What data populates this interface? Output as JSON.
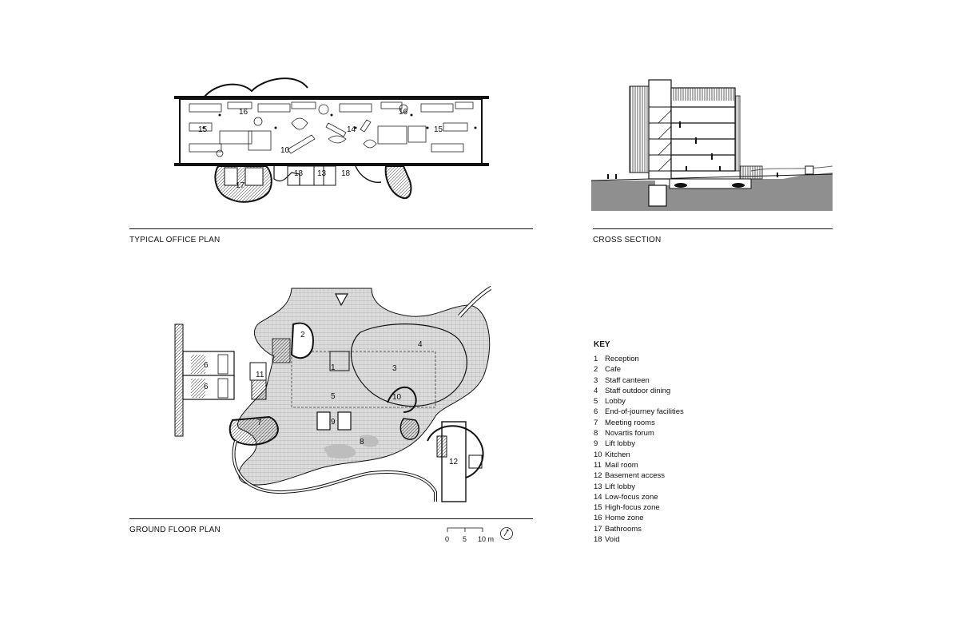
{
  "captions": {
    "typical_office_plan": "TYPICAL OFFICE PLAN",
    "cross_section": "CROSS SECTION",
    "ground_floor_plan": "GROUND FLOOR PLAN"
  },
  "office_plan_labels": {
    "l16a": "16",
    "l15a": "15",
    "l14": "14",
    "l16b": "16",
    "l15b": "15",
    "l10": "10",
    "l17": "17",
    "l18a": "18",
    "l13": "13",
    "l18b": "18"
  },
  "ground_plan_labels": {
    "l2": "2",
    "l4": "4",
    "l6a": "6",
    "l6b": "6",
    "l11": "11",
    "l1": "1",
    "l3": "3",
    "l5": "5",
    "l10": "10",
    "l7": "7",
    "l9": "9",
    "l8": "8",
    "l12": "12"
  },
  "scale_bar": {
    "s0": "0",
    "s5": "5",
    "s10": "10 m"
  },
  "key": {
    "title": "KEY",
    "items": [
      {
        "num": "1",
        "label": "Reception"
      },
      {
        "num": "2",
        "label": "Cafe"
      },
      {
        "num": "3",
        "label": "Staff canteen"
      },
      {
        "num": "4",
        "label": "Staff outdoor dining"
      },
      {
        "num": "5",
        "label": "Lobby"
      },
      {
        "num": "6",
        "label": "End-of-journey facilities"
      },
      {
        "num": "7",
        "label": "Meeting rooms"
      },
      {
        "num": "8",
        "label": "Novartis forum"
      },
      {
        "num": "9",
        "label": "Lift lobby"
      },
      {
        "num": "10",
        "label": "Kitchen"
      },
      {
        "num": "11",
        "label": "Mail room"
      },
      {
        "num": "12",
        "label": "Basement access"
      },
      {
        "num": "13",
        "label": "Lift lobby"
      },
      {
        "num": "14",
        "label": "Low-focus zone"
      },
      {
        "num": "15",
        "label": "High-focus zone"
      },
      {
        "num": "16",
        "label": "Home zone"
      },
      {
        "num": "17",
        "label": "Bathrooms"
      },
      {
        "num": "18",
        "label": "Void"
      }
    ]
  },
  "colors": {
    "ink": "#111111",
    "paving": "#d9d9d9",
    "glass": "#bfbfbf",
    "ground": "#8f8f8f"
  }
}
